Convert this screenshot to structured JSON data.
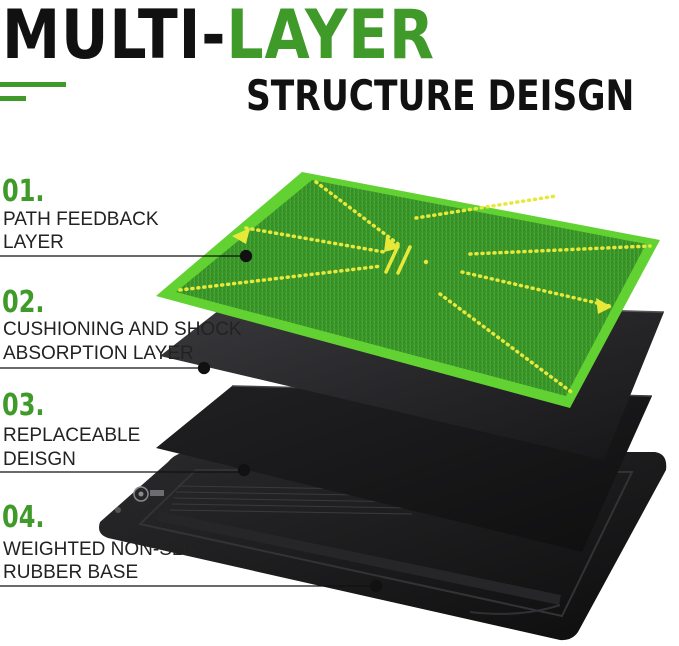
{
  "header": {
    "title_part1": "MULTI-",
    "title_part2": "LAYER",
    "subtitle": "STRUCTURE DEISGN"
  },
  "layers": [
    {
      "number": "01.",
      "line1": "PATH FEEDBACK",
      "line2": "LAYER"
    },
    {
      "number": "02.",
      "line1": "CUSHIONING AND SHOCK",
      "line2": "ABSORPTION LAYER"
    },
    {
      "number": "03.",
      "line1": "REPLACEABLE",
      "line2": "DEISGN"
    },
    {
      "number": "04.",
      "line1": "WEIGHTED NON-SLIP",
      "line2": "RUBBER BASE"
    }
  ],
  "colors": {
    "accent_green": "#3f9a2a",
    "turf_green": "#3c9a2c",
    "turf_border": "#62d232",
    "path_yellow": "#e7e83a",
    "layer_dark": "#232325",
    "base_black": "#141415"
  },
  "icons": {
    "base_logo": "circular-brand-logo"
  }
}
